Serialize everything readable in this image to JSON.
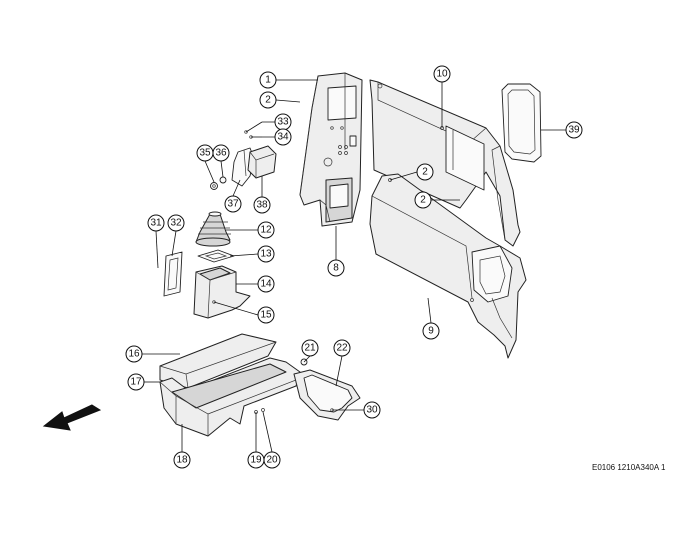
{
  "drawing_code": "E0106 1210A340A 1",
  "callouts": [
    "1",
    "2",
    "33",
    "34",
    "35",
    "36",
    "37",
    "38",
    "12",
    "13",
    "31",
    "32",
    "14",
    "15",
    "10",
    "39",
    "2",
    "2",
    "8",
    "9",
    "16",
    "17",
    "21",
    "22",
    "30",
    "18",
    "19",
    "20"
  ]
}
